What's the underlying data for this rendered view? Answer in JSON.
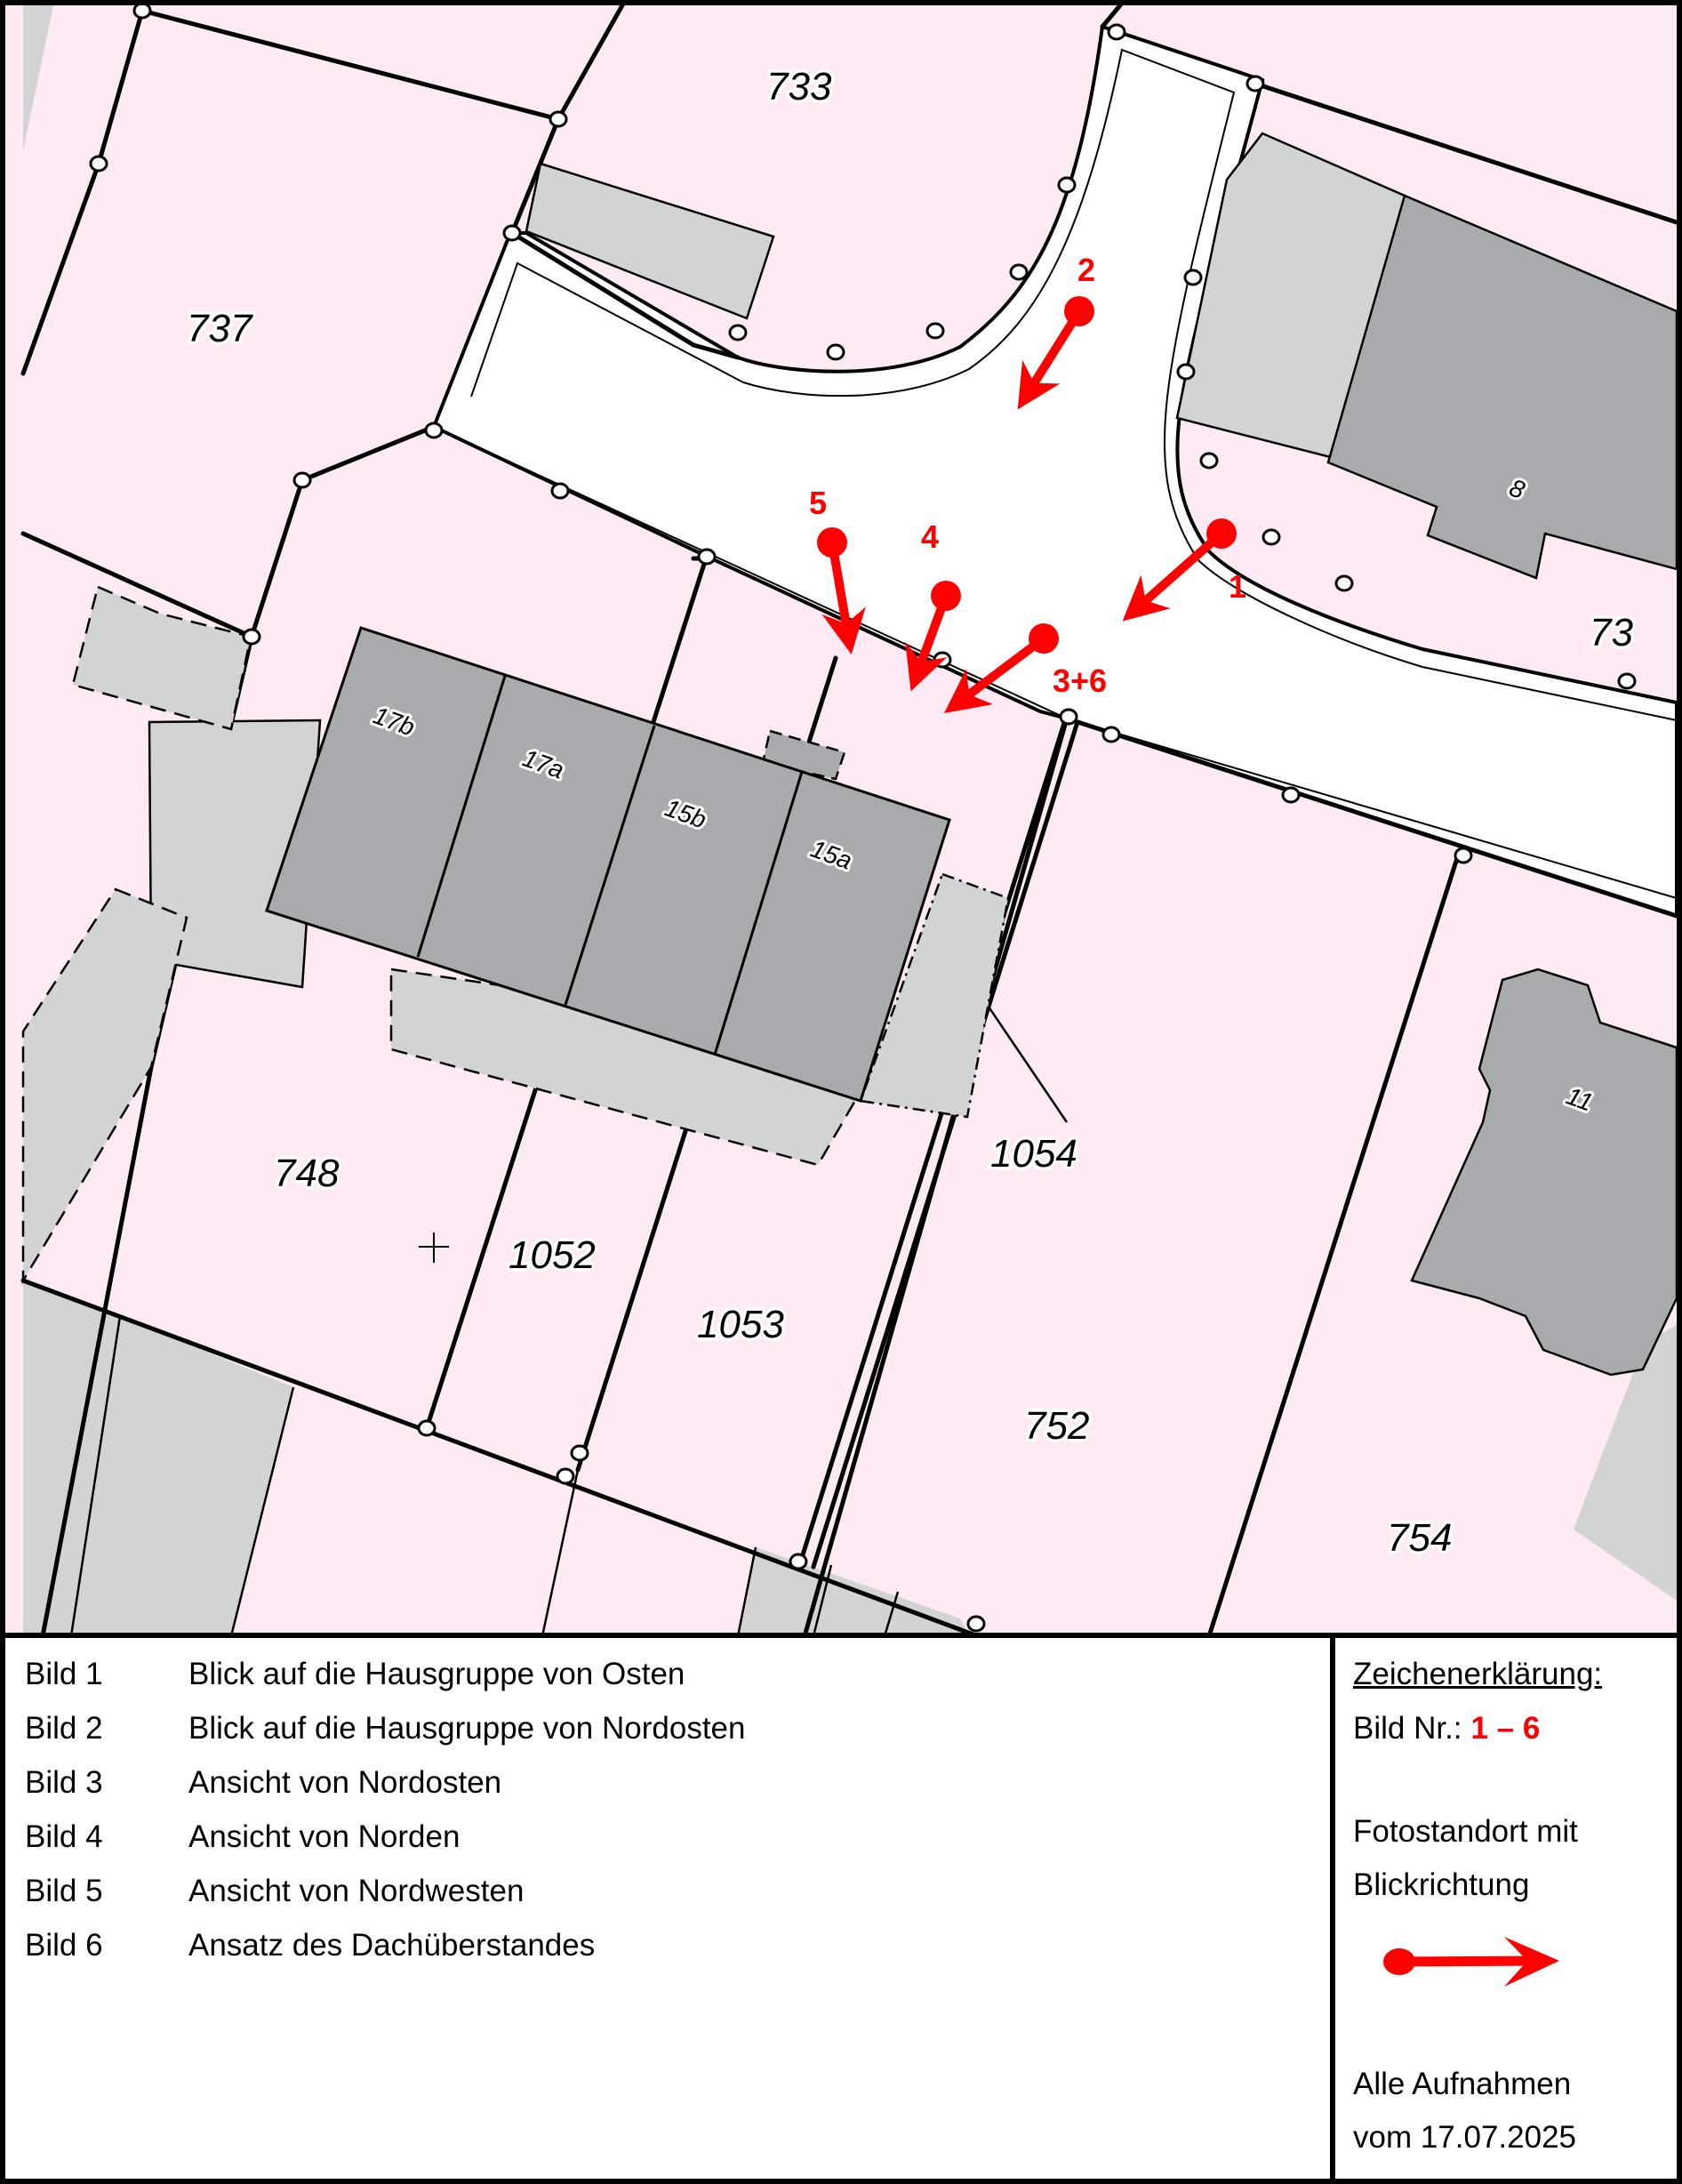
{
  "map": {
    "colors": {
      "parcel_fill": "#fdeaf4",
      "street_fill": "#ffffff",
      "building_main": "#a9aaad",
      "building_aux": "#d2d3d5",
      "boundary": "#000000",
      "photo_marker": "#ff0000"
    },
    "parcel_numbers": [
      "733",
      "737",
      "748",
      "1052",
      "1053",
      "1054",
      "752",
      "754",
      "73"
    ],
    "house_numbers": [
      "17b",
      "17a",
      "15b",
      "15a",
      "8",
      "11"
    ],
    "photo_points": [
      {
        "label": "1",
        "direction": "southwest"
      },
      {
        "label": "2",
        "direction": "southwest"
      },
      {
        "label": "3+6",
        "direction": "southwest"
      },
      {
        "label": "4",
        "direction": "south-southwest"
      },
      {
        "label": "5",
        "direction": "south"
      }
    ]
  },
  "captions": [
    {
      "num": "Bild 1",
      "text": "Blick auf die Hausgruppe von Osten"
    },
    {
      "num": "Bild 2",
      "text": "Blick auf die Hausgruppe von Nordosten"
    },
    {
      "num": "Bild 3",
      "text": "Ansicht von Nordosten"
    },
    {
      "num": "Bild 4",
      "text": "Ansicht von Norden"
    },
    {
      "num": "Bild 5",
      "text": "Ansicht von Nordwesten"
    },
    {
      "num": "Bild 6",
      "text": "Ansatz des Dachüberstandes"
    }
  ],
  "legend": {
    "title": "Zeichenerklärung:",
    "bild_nr_label": "Bild Nr.:",
    "bild_nr_range": "1 – 6",
    "symbol_desc_line1": "Fotostandort mit",
    "symbol_desc_line2": "Blickrichtung",
    "symbol_icon": "photo-location-arrow",
    "footer_line1": "Alle Aufnahmen",
    "footer_line2": "vom 17.07.2025"
  }
}
